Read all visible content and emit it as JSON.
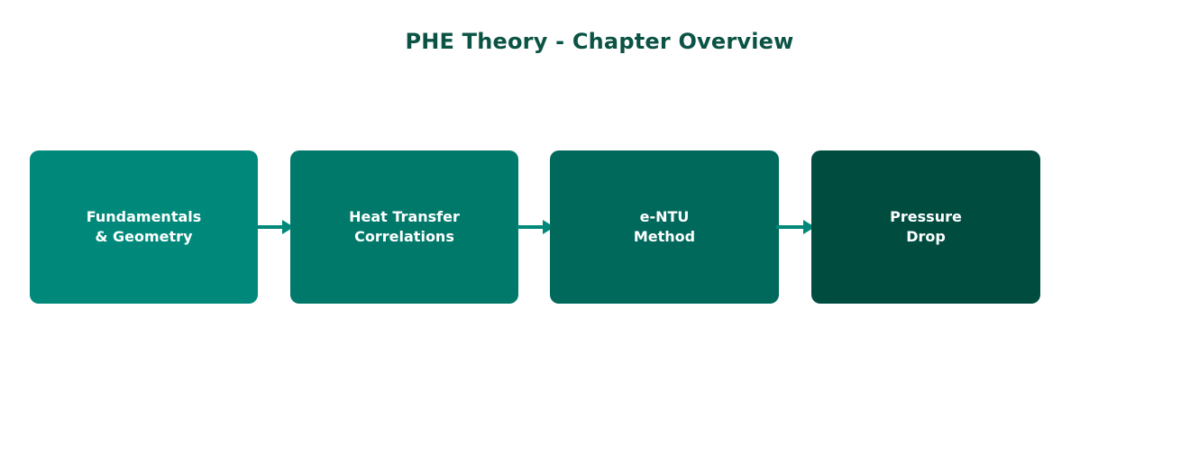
{
  "title": {
    "text": "PHE Theory - Chapter Overview",
    "color": "#0b5345"
  },
  "boxes": [
    {
      "label": "Fundamentals\n& Geometry",
      "color": "#00897b",
      "text_color": "#ffffff"
    },
    {
      "label": "Heat Transfer\nCorrelations",
      "color": "#00796b",
      "text_color": "#ffffff"
    },
    {
      "label": "e-NTU\nMethod",
      "color": "#00695c",
      "text_color": "#ffffff"
    },
    {
      "label": "Pressure\nDrop",
      "color": "#004d40",
      "text_color": "#ffffff"
    }
  ],
  "arrows": [
    {
      "color": "#00897b"
    },
    {
      "color": "#00897b"
    },
    {
      "color": "#00897b"
    }
  ]
}
